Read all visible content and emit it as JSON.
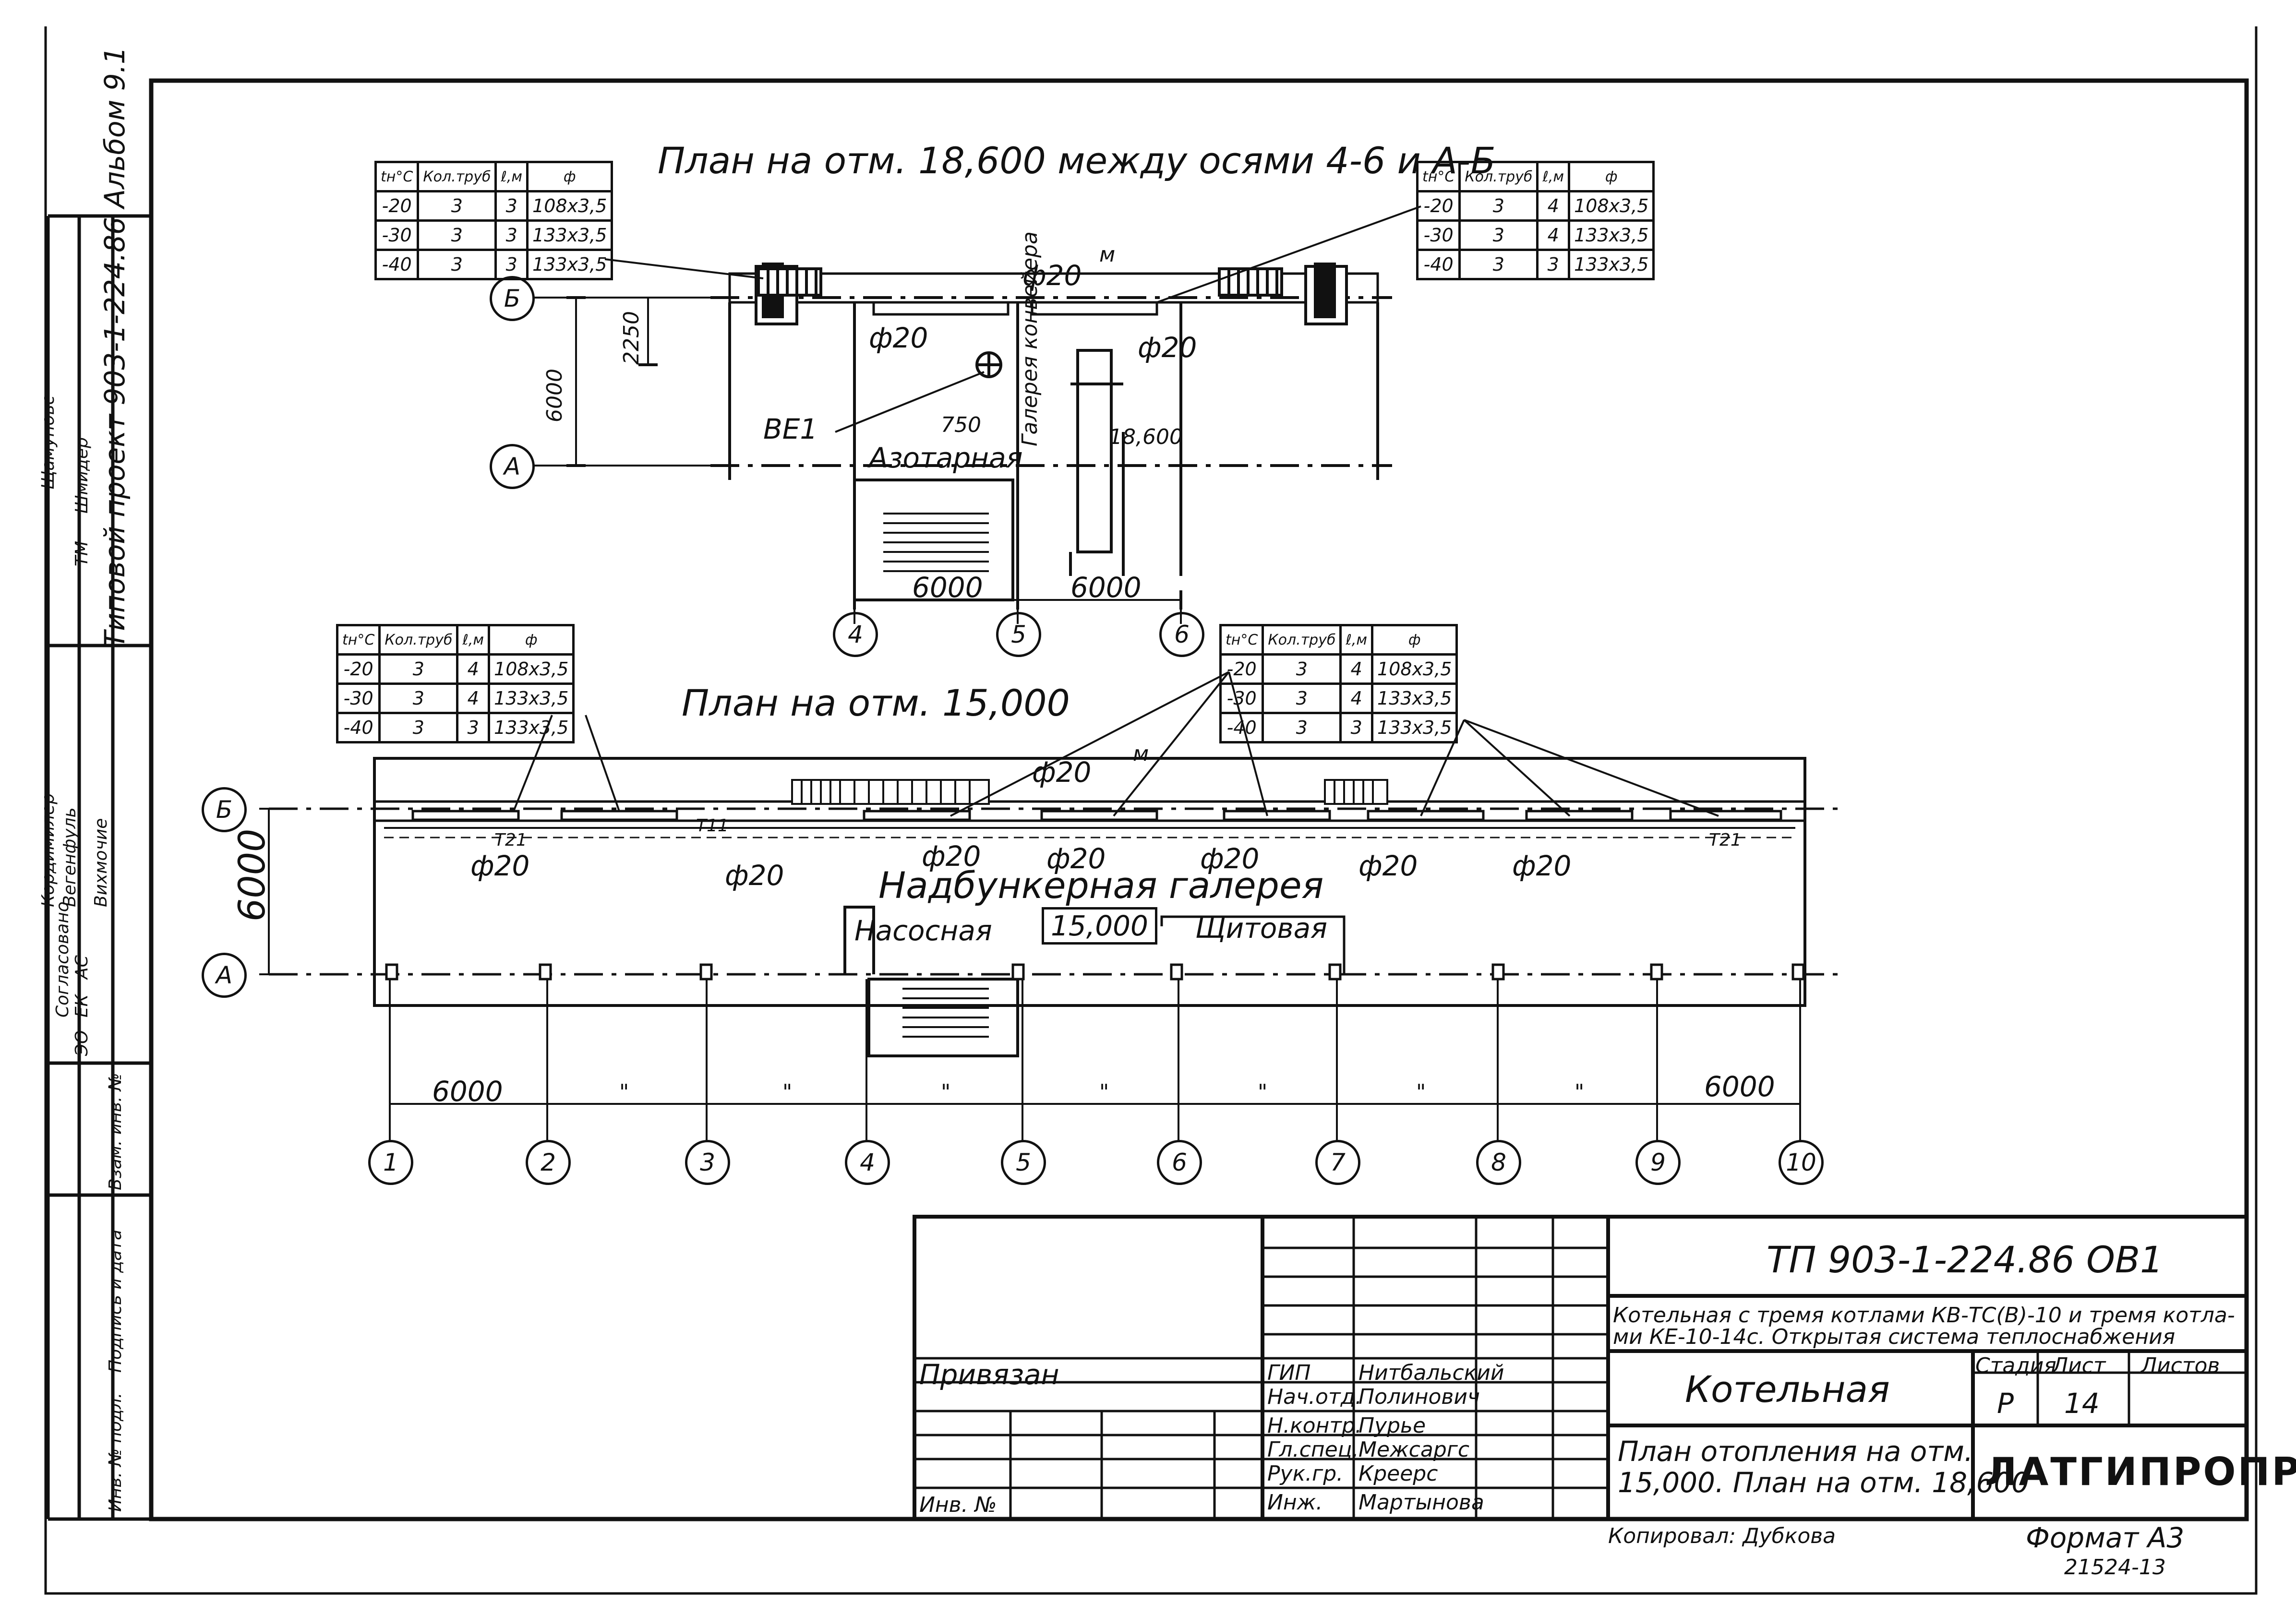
{
  "album_label": "Типовой проект 903-1-224.86 Альбом 9.1",
  "side_stamp": {
    "col_a": [
      "Инв. № подл.",
      "Подпись и дата",
      "Взам. инв. №"
    ],
    "roles": [
      "Шмидер",
      "ТМ",
      "АС",
      "ЕК",
      "ЭО"
    ],
    "names": [
      "Щамуновс",
      "Кордимилер",
      "Вегенфуль",
      "Вихмочие",
      "Согласовано"
    ]
  },
  "top_plan": {
    "title": "План на отм. 18,600 между осями 4-6 и А-Б",
    "table_left": {
      "headers": [
        "tн°С",
        "Кол.труб",
        "ℓ,м",
        "ф"
      ],
      "rows": [
        [
          "-20",
          "3",
          "3",
          "108x3,5"
        ],
        [
          "-30",
          "3",
          "3",
          "133x3,5"
        ],
        [
          "-40",
          "3",
          "3",
          "133x3,5"
        ]
      ]
    },
    "table_right": {
      "headers": [
        "tн°С",
        "Кол.труб",
        "ℓ,м",
        "ф"
      ],
      "rows": [
        [
          "-20",
          "3",
          "4",
          "108x3,5"
        ],
        [
          "-30",
          "3",
          "4",
          "133x3,5"
        ],
        [
          "-40",
          "3",
          "3",
          "133x3,5"
        ]
      ]
    },
    "labels": {
      "be1": "ВЕ1",
      "room": "Азотарная",
      "gallery": "Галерея конвейера",
      "dim_750": "750",
      "dim_2250": "2250",
      "dim_6000_v": "6000",
      "level": "18,600",
      "phi_top": "ф20",
      "phi_left": "ф20",
      "phi_right": "ф20",
      "mark_m": "м",
      "dim_a": "6000",
      "dim_b": "6000"
    },
    "axes": [
      "Б",
      "А",
      "4",
      "5",
      "6"
    ]
  },
  "bottom_plan": {
    "title": "План на отм. 15,000",
    "table_left": {
      "headers": [
        "tн°С",
        "Кол.труб",
        "ℓ,м",
        "ф"
      ],
      "rows": [
        [
          "-20",
          "3",
          "4",
          "108x3,5"
        ],
        [
          "-30",
          "3",
          "4",
          "133x3,5"
        ],
        [
          "-40",
          "3",
          "3",
          "133x3,5"
        ]
      ]
    },
    "table_right": {
      "headers": [
        "tн°С",
        "Кол.труб",
        "ℓ,м",
        "ф"
      ],
      "rows": [
        [
          "-20",
          "3",
          "4",
          "108x3,5"
        ],
        [
          "-30",
          "3",
          "4",
          "133x3,5"
        ],
        [
          "-40",
          "3",
          "3",
          "133x3,5"
        ]
      ]
    },
    "labels": {
      "gallery": "Надбункерная галерея",
      "pump": "Насосная",
      "level": "15,000",
      "switch": "Щитовая",
      "t21_left": "Т21",
      "t11": "Т11",
      "t21_right": "Т21",
      "phi": [
        "ф20",
        "ф20",
        "ф20",
        "ф20",
        "ф20",
        "ф20",
        "ф20",
        "ф20"
      ],
      "dim_6000_v": "6000",
      "dim_first": "6000",
      "dim_last": "6000",
      "ditto": "\"",
      "mark_m": "м"
    },
    "axes_rows": [
      "Б",
      "А"
    ],
    "axes_cols": [
      "1",
      "2",
      "3",
      "4",
      "5",
      "6",
      "7",
      "8",
      "9",
      "10"
    ]
  },
  "title_block": {
    "code": "ТП 903-1-224.86 ОВ1",
    "description_line1": "Котельная с тремя котлами КВ-ТС(В)-10 и тремя котла-",
    "description_line2": "ми КЕ-10-14с. Открытая система теплоснабжения",
    "object": "Котельная",
    "sheet_title_line1": "План отопления на отм.",
    "sheet_title_line2": "15,000. План на отм. 18,600",
    "stage_hdr": "Стадия",
    "sheet_hdr": "Лист",
    "sheets_hdr": "Листов",
    "stage": "Р",
    "sheet_no": "14",
    "org": "ЛАТГИПРОПРОМ",
    "bound": "Привязан",
    "inv": "Инв. №",
    "roles": [
      "ГИП",
      "Нач.отд.",
      "Н.контр.",
      "Гл.спец.",
      "Рук.гр.",
      "Инж."
    ],
    "people": [
      "Нитбальский",
      "Полинович",
      "Пурье",
      "Межсаргс",
      "Креерс",
      "Мартынова"
    ],
    "copied": "Копировал: Дубкова",
    "format": "Формат А3",
    "number": "21524-13"
  }
}
